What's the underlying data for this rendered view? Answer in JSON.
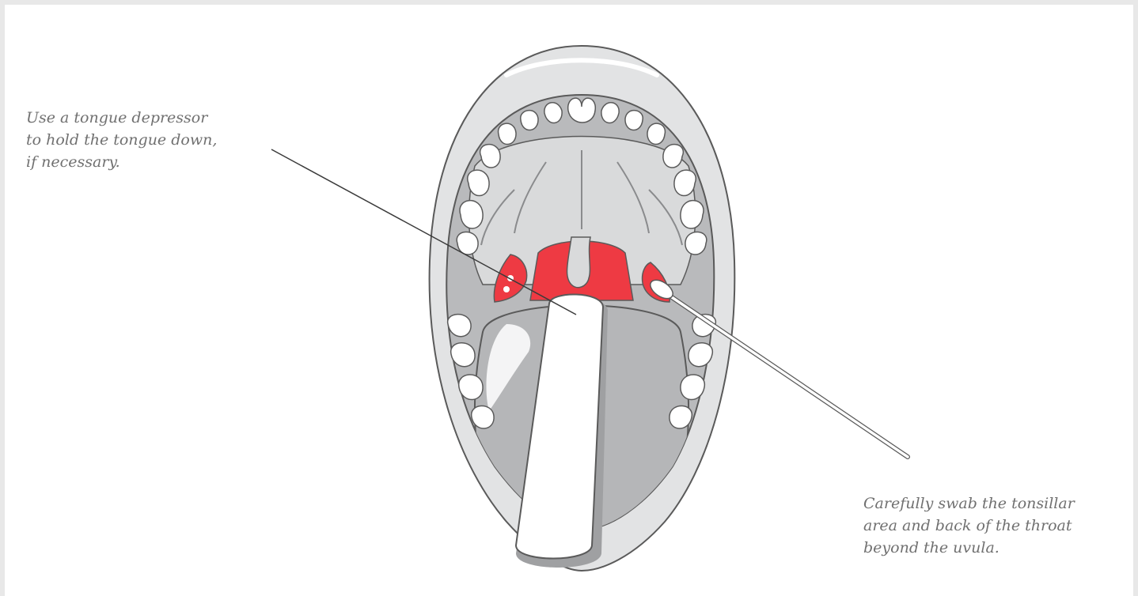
{
  "annotations": {
    "tongue_depressor": {
      "lines": [
        "Use a tongue depressor",
        "to hold the tongue down,",
        "if necessary."
      ]
    },
    "swab": {
      "lines": [
        "Carefully swab the tonsillar",
        "area and back of the throat",
        "beyond the uvula."
      ]
    }
  },
  "colors": {
    "inflamed_area": "#ee3a43",
    "mouth_interior": "#cfd0d2",
    "lips": "#e2e3e4",
    "teeth": "#ffffff",
    "outline": "#5a5a5a",
    "caption_text": "#707070"
  }
}
